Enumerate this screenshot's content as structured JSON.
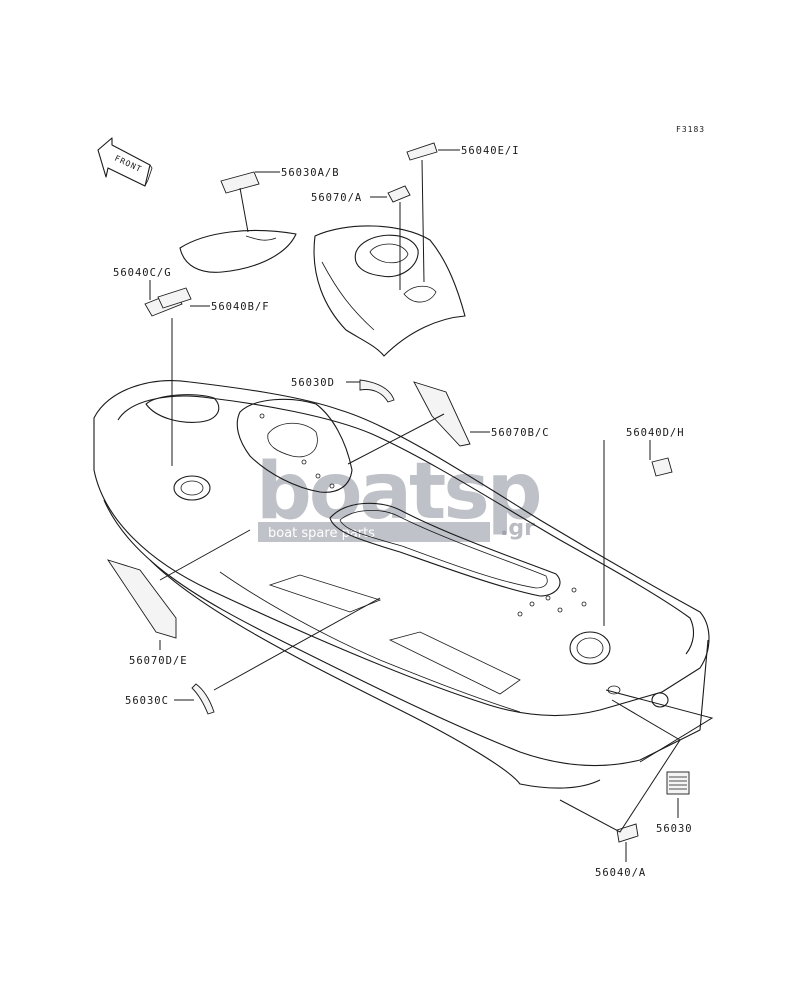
{
  "figure": {
    "code": "F3183",
    "front_label": "FRONT"
  },
  "watermark": {
    "brand": "boatsp",
    "tld": ".gr",
    "tagline": "boat spare parts"
  },
  "callouts": [
    {
      "id": "56030A/B"
    },
    {
      "id": "56040E/I"
    },
    {
      "id": "56070/A"
    },
    {
      "id": "56040C/G"
    },
    {
      "id": "56040B/F"
    },
    {
      "id": "56030D"
    },
    {
      "id": "56070B/C"
    },
    {
      "id": "56040D/H"
    },
    {
      "id": "56070D/E"
    },
    {
      "id": "56030C"
    },
    {
      "id": "56030"
    },
    {
      "id": "56040/A"
    }
  ]
}
